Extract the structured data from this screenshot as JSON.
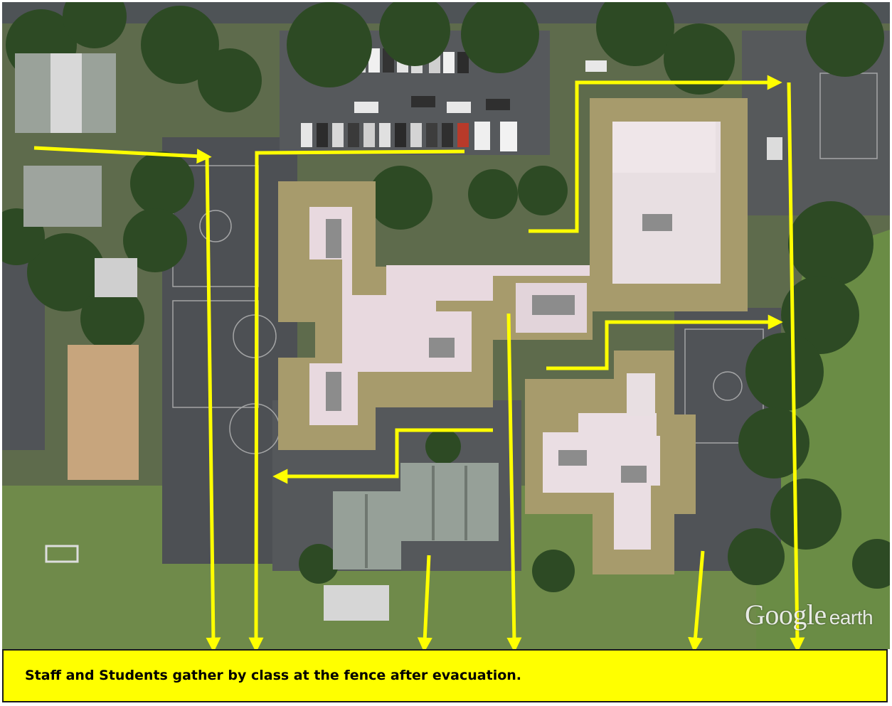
{
  "map": {
    "watermark_brand": "Google",
    "watermark_product": "earth",
    "arrow_color": "#ffff00"
  },
  "caption": {
    "text": "Staff and Students gather by class at the fence after evacuation.",
    "background": "#ffff00"
  }
}
